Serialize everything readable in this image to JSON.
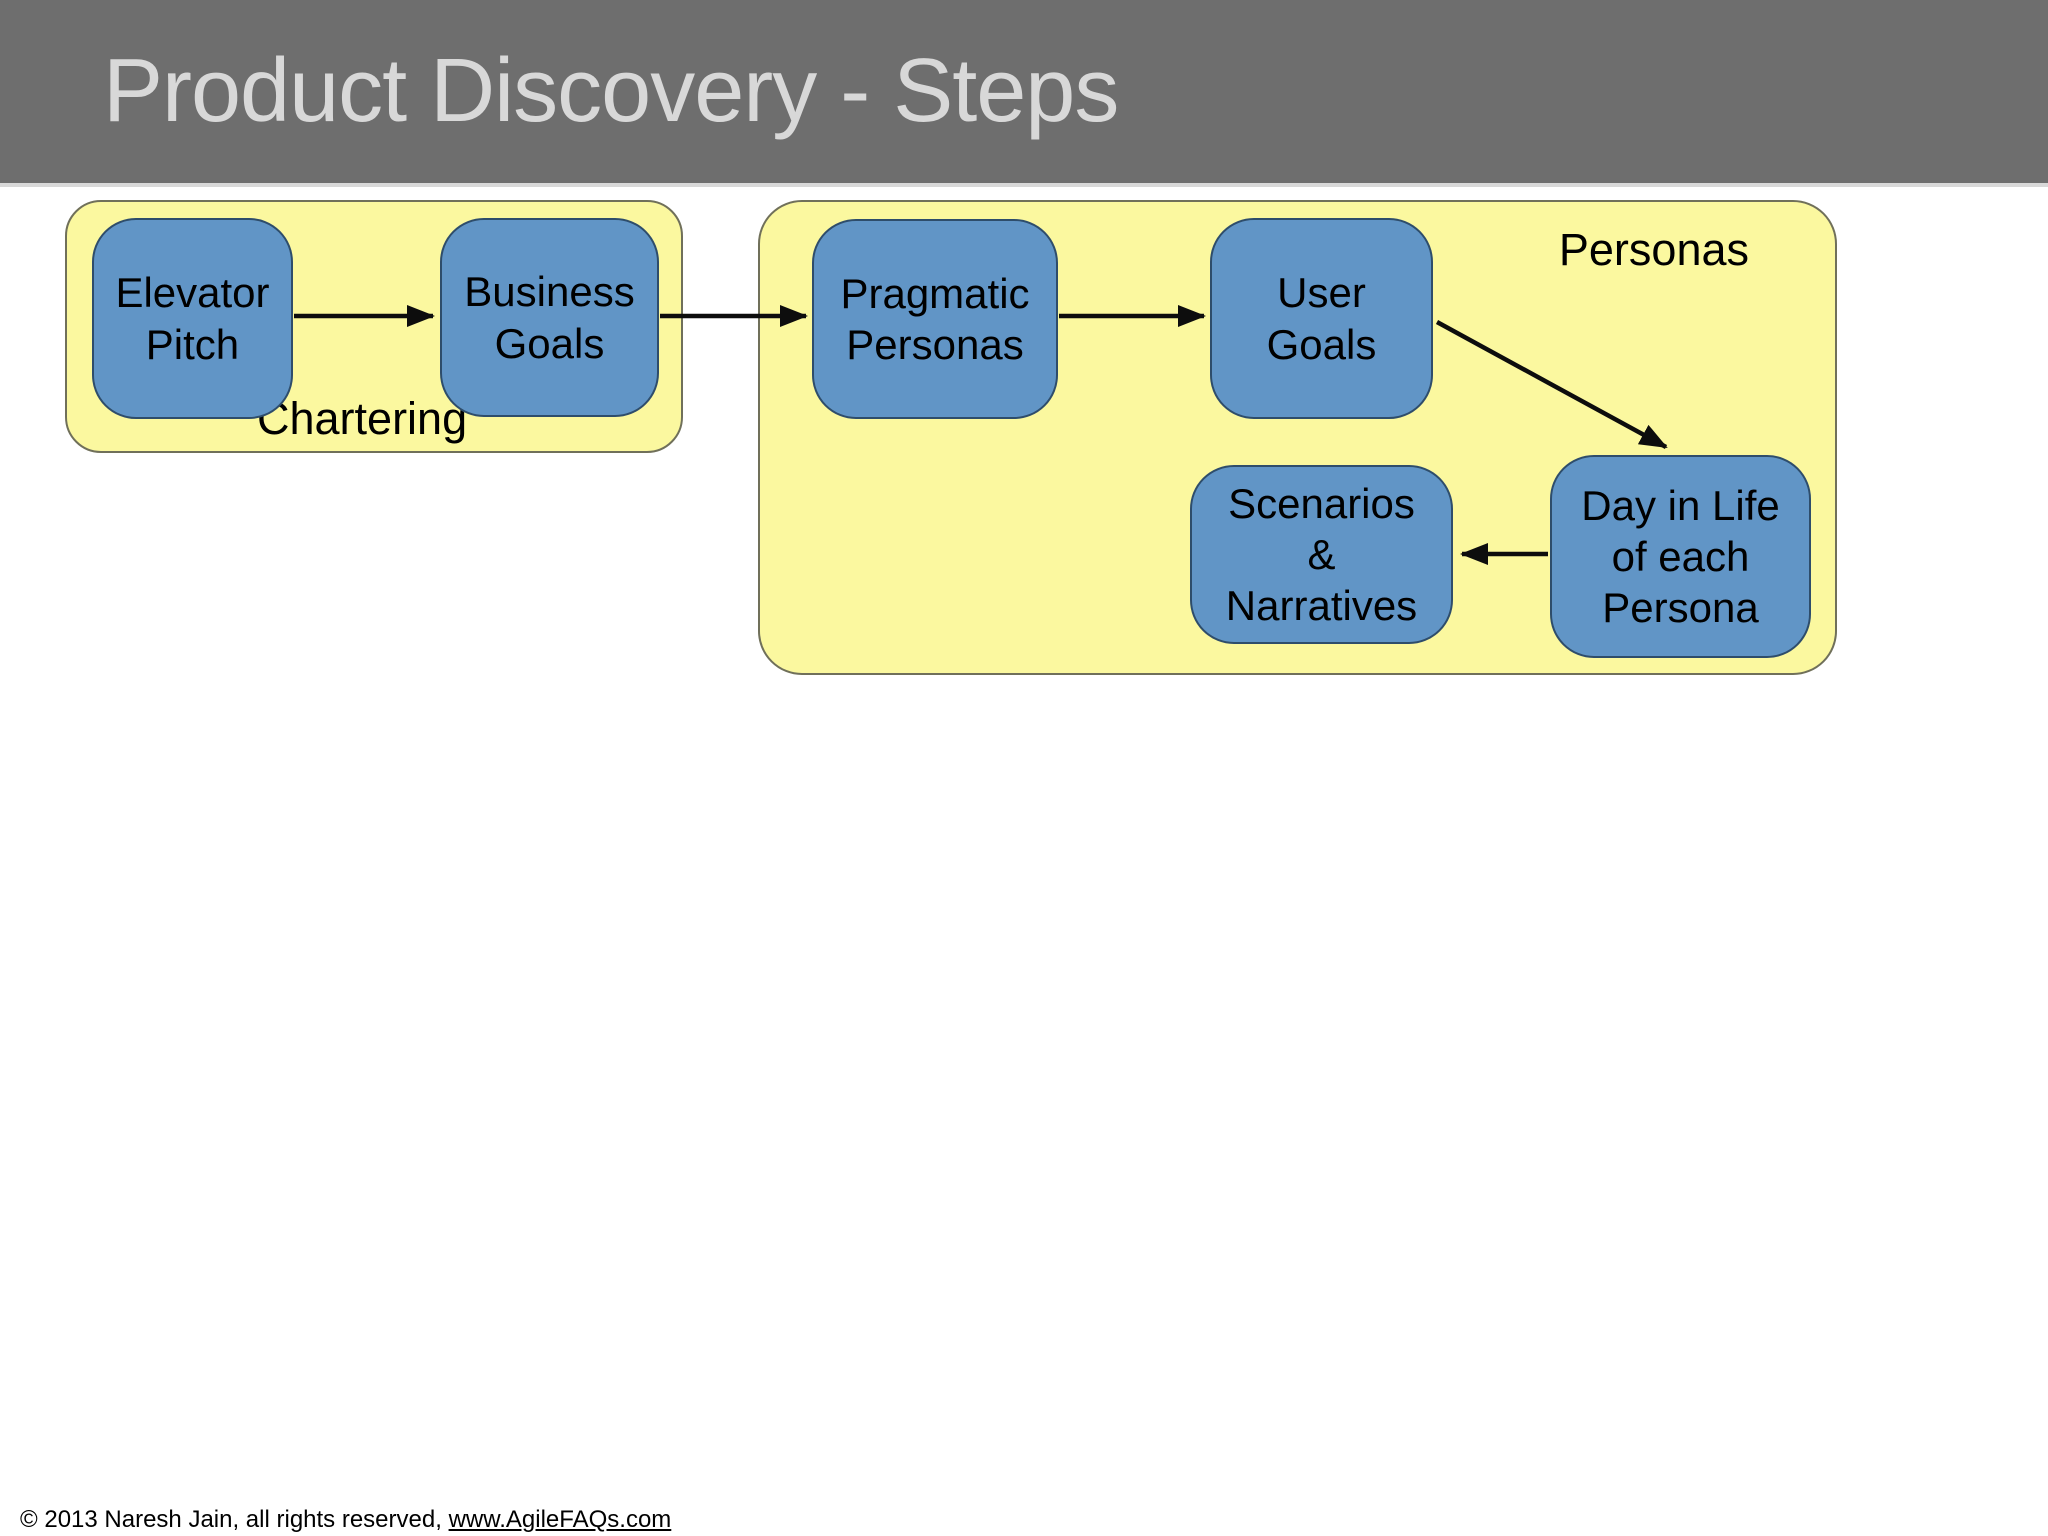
{
  "slide": {
    "title": "Product Discovery - Steps",
    "footer": {
      "copyright_text": "© 2013 Naresh Jain, all rights reserved, ",
      "link_text": "www.AgileFAQs.com"
    }
  },
  "diagram": {
    "groups": [
      {
        "id": "chartering",
        "label": "Chartering"
      },
      {
        "id": "personas",
        "label": "Personas"
      }
    ],
    "nodes": [
      {
        "id": "elevator-pitch",
        "label": "Elevator\nPitch"
      },
      {
        "id": "business-goals",
        "label": "Business\nGoals"
      },
      {
        "id": "pragmatic-personas",
        "label": "Pragmatic\nPersonas"
      },
      {
        "id": "user-goals",
        "label": "User\nGoals"
      },
      {
        "id": "scenarios-narratives",
        "label": "Scenarios\n&\nNarratives"
      },
      {
        "id": "day-in-life",
        "label": "Day in Life\nof each\nPersona"
      }
    ],
    "edges": [
      {
        "from": "elevator-pitch",
        "to": "business-goals"
      },
      {
        "from": "business-goals",
        "to": "pragmatic-personas"
      },
      {
        "from": "pragmatic-personas",
        "to": "user-goals"
      },
      {
        "from": "user-goals",
        "to": "day-in-life"
      },
      {
        "from": "day-in-life",
        "to": "scenarios-narratives"
      }
    ],
    "colors": {
      "header_bg": "#6E6E6E",
      "title_text": "#D8D8D8",
      "group_fill": "#FBF89F",
      "group_border": "#70705A",
      "node_fill": "#6195C6",
      "node_border": "#2E4D6B",
      "arrow": "#0D0D0D",
      "body_bg": "#FFFFFF"
    }
  }
}
